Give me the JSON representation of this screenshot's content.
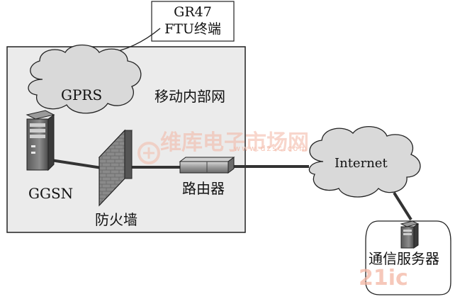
{
  "terminal_label": {
    "line1": "GR47",
    "line2": "FTU终端"
  },
  "network": {
    "title": "移动内部网",
    "gprs": "GPRS",
    "ggsn": "GGSN",
    "firewall": "防火墙",
    "router": "路由器"
  },
  "internet": "Internet",
  "server": "通信服务器",
  "watermark": {
    "brand": "维库电子市场网",
    "url": "www.dzsc.com",
    "corner": "21ic"
  },
  "colors": {
    "network_bg": "#ebebeb",
    "cloud_fill": "#d9d9d9",
    "link_line": "#333333",
    "watermark": "#f3b6a3"
  }
}
